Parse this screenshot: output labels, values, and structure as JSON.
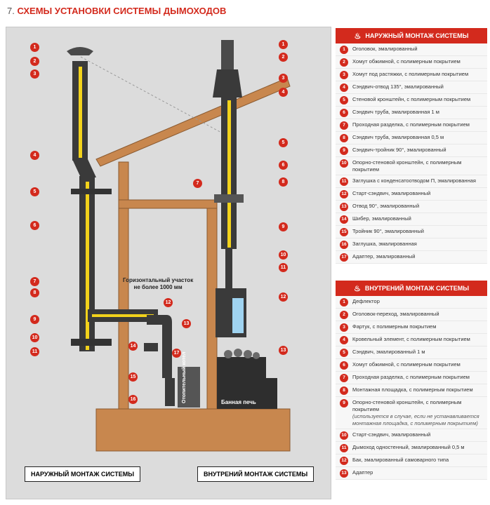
{
  "title": {
    "number": "7.",
    "text": "СХЕМЫ УСТАНОВКИ СИСТЕМЫ ДЫМОХОДОВ"
  },
  "diagram": {
    "note_lines": [
      "Горизонтальный участок",
      "не более 1000 мм"
    ],
    "boiler_label": "Отопительный котел",
    "stove_label": "Банная печь",
    "outer_label": "НАРУЖНЫЙ МОНТАЖ СИСТЕМЫ",
    "inner_label": "ВНУТРЕНИЙ МОНТАЖ СИСТЕМЫ",
    "left_callouts": [
      "1",
      "2",
      "3",
      "4",
      "5",
      "6",
      "7",
      "8",
      "9",
      "10",
      "11",
      "12",
      "13",
      "14",
      "15",
      "16",
      "17"
    ],
    "right_callouts": [
      "1",
      "2",
      "3",
      "4",
      "5",
      "6",
      "7",
      "8",
      "9",
      "10",
      "11",
      "12",
      "13"
    ]
  },
  "outer_panel": {
    "header": "НАРУЖНЫЙ МОНТАЖ СИСТЕМЫ",
    "items": [
      {
        "n": "1",
        "text": "Оголовок, эмалированный"
      },
      {
        "n": "2",
        "text": "Хомут обжимной, с полимерным покрытием"
      },
      {
        "n": "3",
        "text": "Хомут под растяжки, с полимерным покрытием"
      },
      {
        "n": "4",
        "text": "Сэндвич-отвод 135°, эмалированный"
      },
      {
        "n": "5",
        "text": "Стеновой кронштейн, с полимерным покрытием"
      },
      {
        "n": "6",
        "text": "Сэндвич труба, эмалированная 1 м"
      },
      {
        "n": "7",
        "text": "Проходная разделка, с полимерным покрытием"
      },
      {
        "n": "8",
        "text": "Сэндвич труба, эмалированная 0,5 м"
      },
      {
        "n": "9",
        "text": "Сэндвич-тройник 90°, эмалированный"
      },
      {
        "n": "10",
        "text": "Опорно-стеновой кронштейн, с полимерным покрытием"
      },
      {
        "n": "11",
        "text": "Заглушка с конденсатоотводом П, эмалированная"
      },
      {
        "n": "12",
        "text": "Старт-сэндвич, эмалированный"
      },
      {
        "n": "13",
        "text": "Отвод 90°, эмалированный"
      },
      {
        "n": "14",
        "text": "Шибер, эмалированный"
      },
      {
        "n": "15",
        "text": "Тройник 90°, эмалированный"
      },
      {
        "n": "16",
        "text": "Заглушка, эмалированная"
      },
      {
        "n": "17",
        "text": "Адаптер, эмалированный"
      }
    ]
  },
  "inner_panel": {
    "header": "ВНУТРЕНИЙ МОНТАЖ СИСТЕМЫ",
    "items": [
      {
        "n": "1",
        "text": "Дефлектор"
      },
      {
        "n": "2",
        "text": "Оголовок-переход, эмалированный"
      },
      {
        "n": "3",
        "text": "Фартук, с полимерным покрытием"
      },
      {
        "n": "4",
        "text": "Кровельный элемент, с полимерным покрытием"
      },
      {
        "n": "5",
        "text": "Сэндвич, эмалированный 1 м"
      },
      {
        "n": "6",
        "text": "Хомут обжимной, с полимерным покрытием"
      },
      {
        "n": "7",
        "text": "Проходная разделка, с полимерным покрытием"
      },
      {
        "n": "8",
        "text": "Монтажная площадка, с полимерным покрытием"
      },
      {
        "n": "9",
        "text": "Опорно-стеновой кронштейн, с полимерным покрытием",
        "sub": "(используется в случае, если не устанавливается монтажная площадка, с полимерным покрытием)"
      },
      {
        "n": "10",
        "text": "Старт-сэндвич, эмалированный"
      },
      {
        "n": "11",
        "text": "Дымоход одностенный, эмалированный 0,5 м"
      },
      {
        "n": "12",
        "text": "Бак, эмалированный самоварного типа"
      },
      {
        "n": "13",
        "text": "Адаптер"
      }
    ]
  },
  "colors": {
    "accent": "#d32a1d",
    "pipe_dark": "#3a3a3a",
    "pipe_yellow": "#f2d21b",
    "wood": "#c8874e",
    "wall_bg": "#dcdcdc"
  }
}
